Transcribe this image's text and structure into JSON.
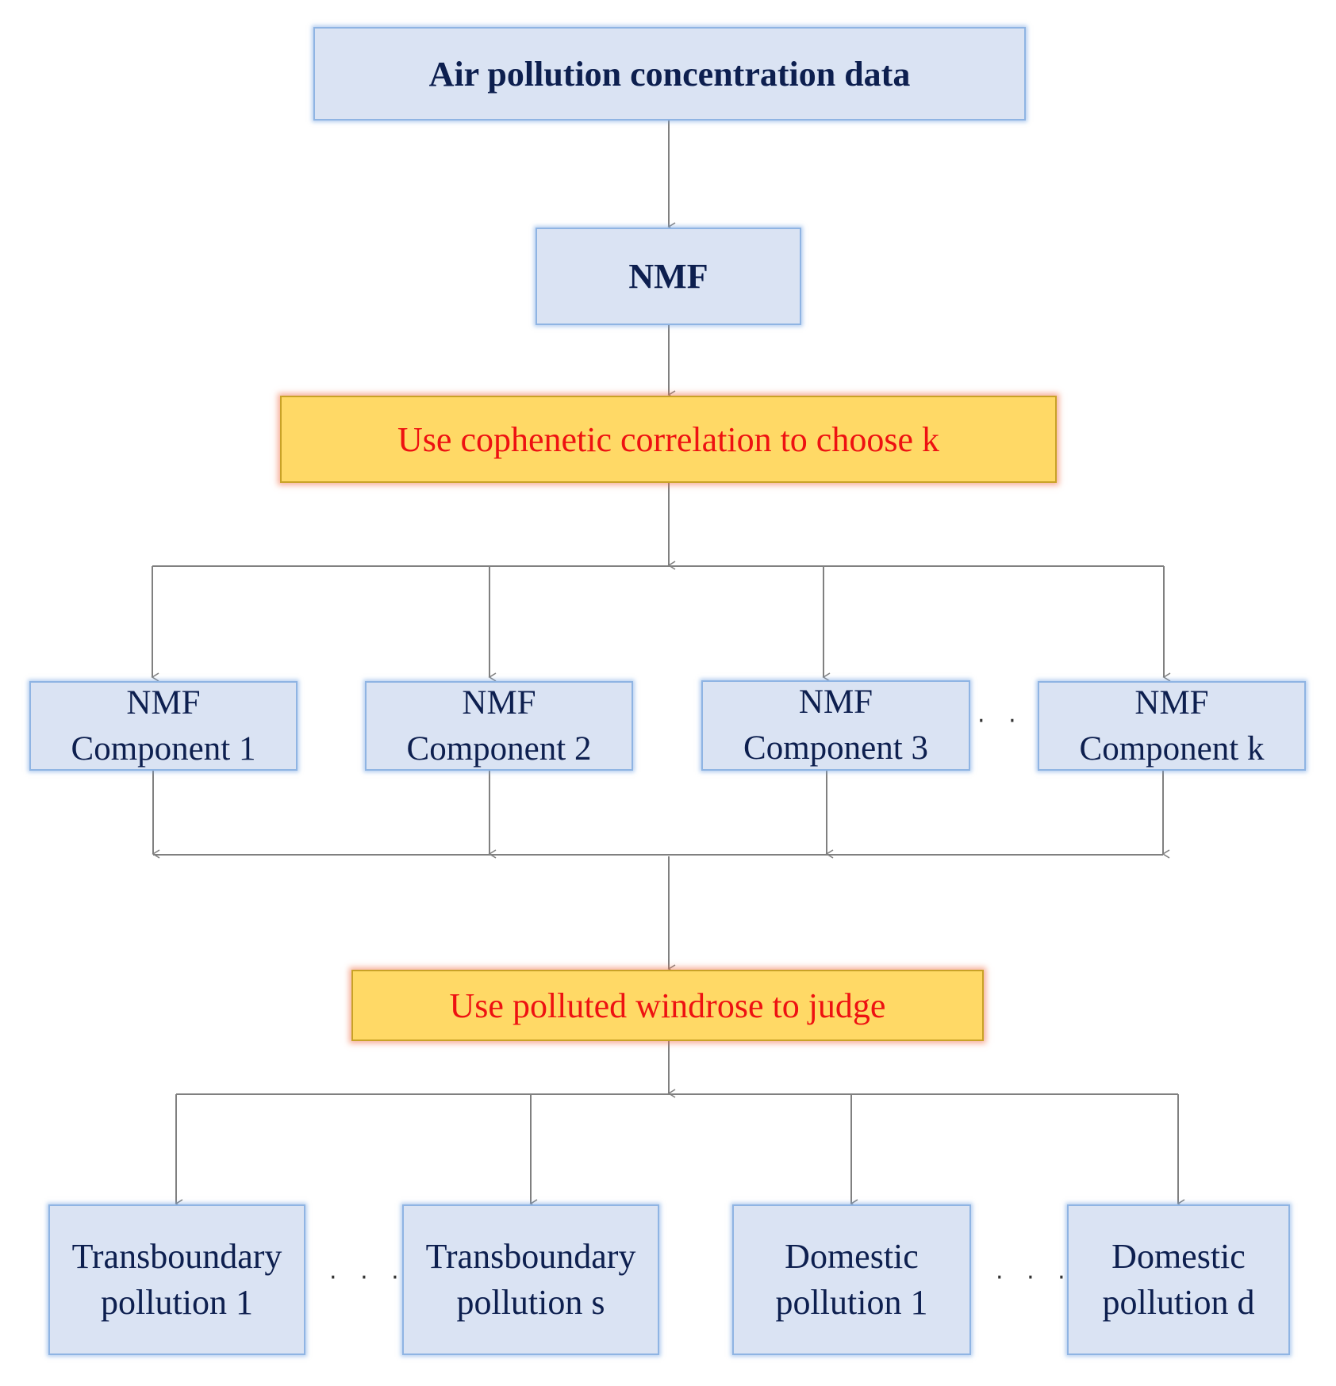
{
  "top_box": "Air pollution concentration data",
  "nmf_box": "NMF",
  "choose_k_box": "Use cophenetic correlation to choose k",
  "components": [
    {
      "line1": "NMF",
      "line2": "Component 1"
    },
    {
      "line1": "NMF",
      "line2": "Component 2"
    },
    {
      "line1": "NMF",
      "line2": "Component 3"
    },
    {
      "line1": "NMF",
      "line2": "Component k"
    }
  ],
  "component_ellipsis": "· · ·",
  "judge_box": "Use polluted windrose to judge",
  "outputs": [
    {
      "line1": "Transboundary",
      "line2": "pollution 1"
    },
    {
      "line1": "Transboundary",
      "line2": "pollution s"
    },
    {
      "line1": "Domestic",
      "line2": "pollution 1"
    },
    {
      "line1": "Domestic",
      "line2": "pollution d"
    }
  ],
  "output_ellipsis_left": "· · ·",
  "output_ellipsis_right": "· · ·",
  "colors": {
    "box_fill": "#dae3f3",
    "box_border": "#8fb4e3",
    "highlight_fill": "#ffd966",
    "highlight_text": "#ee1111",
    "text": "#0d1f4f",
    "connector": "#808080"
  }
}
